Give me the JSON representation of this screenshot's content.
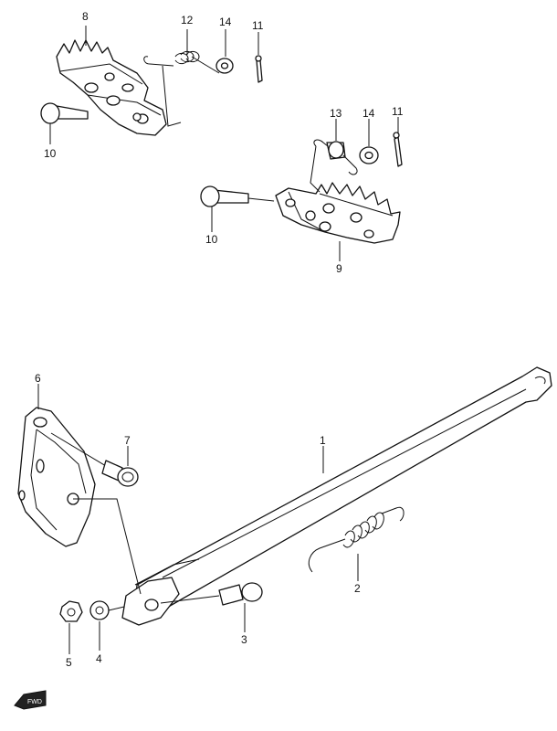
{
  "callouts": {
    "c1": "1",
    "c2": "2",
    "c3": "3",
    "c4": "4",
    "c5": "5",
    "c6": "6",
    "c7": "7",
    "c8": "8",
    "c9": "9",
    "c10a": "10",
    "c10b": "10",
    "c11a": "11",
    "c11b": "11",
    "c12": "12",
    "c13": "13",
    "c14a": "14",
    "c14b": "14"
  },
  "fwd_label": "FWD",
  "colors": {
    "ink": "#111111",
    "paper": "#ffffff"
  }
}
